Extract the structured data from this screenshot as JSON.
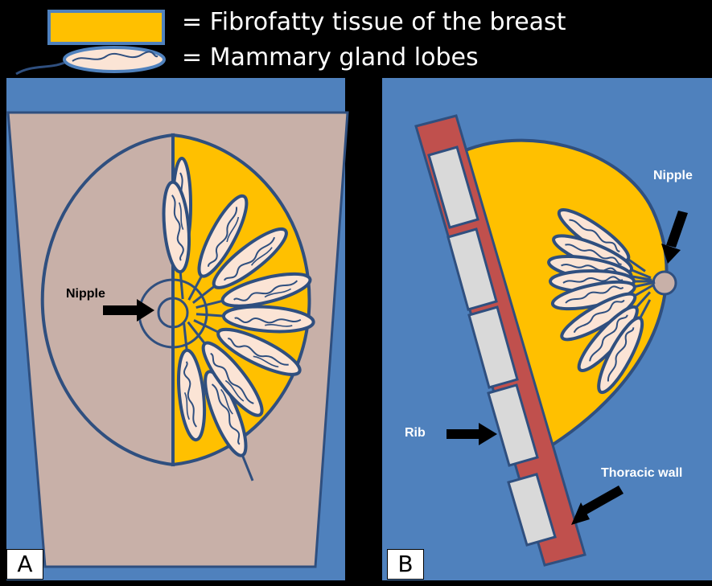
{
  "legend": {
    "fibrofatty_label": "= Fibrofatty tissue of the breast",
    "lobes_label": "= Mammary gland  lobes"
  },
  "panel_a": {
    "label": "A",
    "nipple_label": "Nipple"
  },
  "panel_b": {
    "label": "B",
    "nipple_label": "Nipple",
    "rib_label": "Rib",
    "thoracic_wall_label": "Thoracic  wall"
  },
  "colors": {
    "background_blue": "#4f81bd",
    "skin": "#c8b0a8",
    "fibrofatty": "#ffc000",
    "lobe_fill": "#fbe4d5",
    "outline": "#2f4f7f",
    "thoracic_wall": "#c0504d",
    "rib": "#d9d9d9"
  }
}
